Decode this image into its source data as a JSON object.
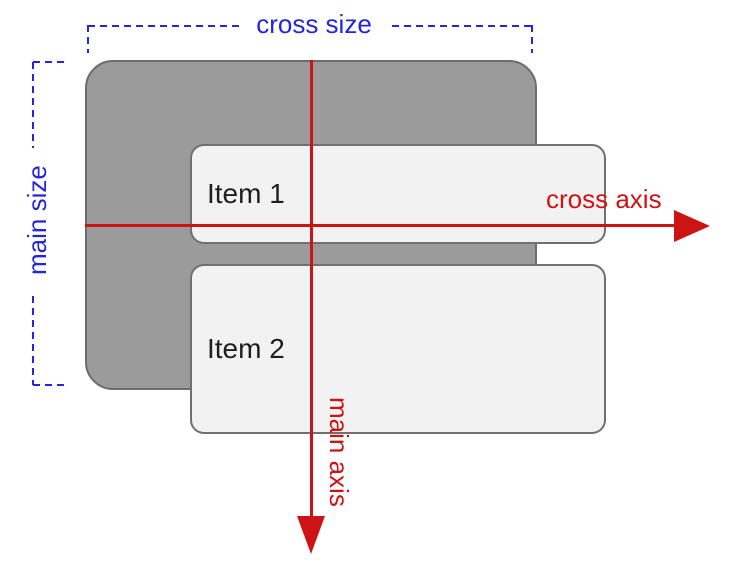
{
  "diagram": {
    "title": "flexbox-axes-diagram",
    "container": {
      "items": [
        {
          "label": "Item 1"
        },
        {
          "label": "Item 2"
        }
      ]
    },
    "labels": {
      "cross_size": "cross size",
      "main_size": "main size",
      "cross_axis": "cross axis",
      "main_axis": "main axis"
    },
    "colors": {
      "size-blue": "#2525DB",
      "axis-red": "#CC1414",
      "container-fill": "#9B9B9B",
      "container-border": "#6D6D6D",
      "item-fill": "#F2F2F2",
      "item-border": "#707070",
      "item-text": "#1F1F1F"
    }
  }
}
